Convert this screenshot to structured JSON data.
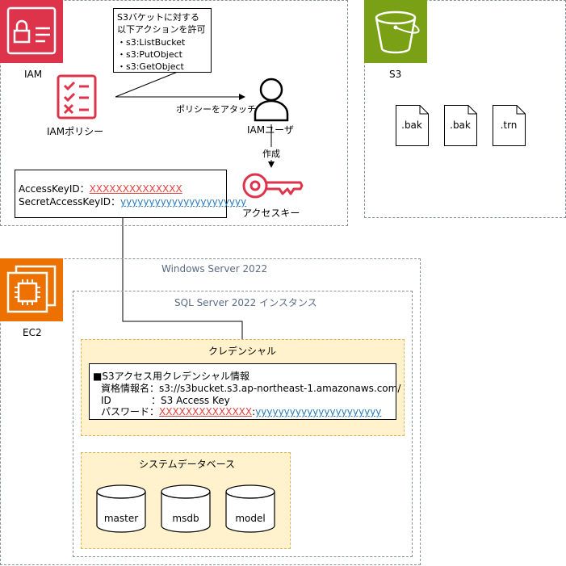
{
  "iam": {
    "label": "IAM",
    "policy_label": "IAMポリシー",
    "policy_desc": [
      "S3バケットに対する",
      "以下アクションを許可",
      "・s3:ListBucket",
      "・s3:PutObject",
      "・s3:GetObject"
    ],
    "attach_label": "ポリシーをアタッチ",
    "user_label": "IAMユーザ",
    "create_label": "作成",
    "key_label": "アクセスキー",
    "access_key_id_label": "AccessKeyID：",
    "access_key_id_value": "XXXXXXXXXXXXXX",
    "secret_key_label": "SecretAccessKeyID：",
    "secret_key_value": "yyyyyyyyyyyyyyyyyyyyyy"
  },
  "s3": {
    "label": "S3",
    "files": [
      ".bak",
      ".bak",
      ".trn"
    ]
  },
  "ec2": {
    "label": "EC2",
    "windows_label": "Windows Server 2022",
    "sql_label": "SQL Server 2022 インスタンス",
    "credential_title": "クレデンシャル",
    "credential_header": "■S3アクセス用クレデンシャル情報",
    "identity_label": "資格情報名：",
    "identity_value": "s3://s3bucket.s3.ap-northeast-1.amazonaws.com/",
    "id_label": "ID",
    "id_value": "：S3 Access Key",
    "password_label": "パスワード：",
    "password_red": "XXXXXXXXXXXXXX",
    "password_sep": ":",
    "password_blue": "yyyyyyyyyyyyyyyyyyyyyy",
    "sysdb_title": "システムデータベース",
    "databases": [
      "master",
      "msdb",
      "model"
    ]
  },
  "colors": {
    "iam_red": "#dd344c",
    "s3_green": "#7aa116",
    "ec2_orange": "#ed7100",
    "group_border": "#879196",
    "yellow_fill": "#fff2cc",
    "yellow_border": "#d6b656",
    "text_red": "#e0443e",
    "text_blue": "#2b7bb9",
    "group_text": "#5a6b86"
  }
}
